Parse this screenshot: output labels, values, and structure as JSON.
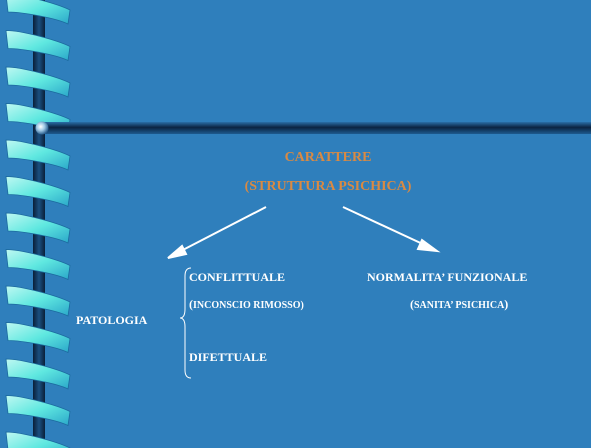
{
  "slide": {
    "title_line1": "CARATTERE",
    "title_line2": "(STRUTTURA PSICHICA)",
    "left_label": "PATOLOGIA",
    "branch_conflittuale": "CONFLITTUALE",
    "branch_conflittuale_note_open": "(",
    "branch_conflittuale_note": "INCONSCIO RIMOSSO)",
    "branch_difettuale": "DIFETTUALE",
    "right_title": "NORMALITA’ FUNZIONALE",
    "right_note_open": "(",
    "right_note": "SANITA’ PSICHICA",
    "right_note_close": ")"
  },
  "colors": {
    "background": "#2f7fbc",
    "title_text": "#d98a43",
    "body_text": "#ffffff",
    "rod": "#0d2a4a",
    "ribbon_light": "#5fe8e0",
    "ribbon_dark": "#1b6a9e"
  }
}
